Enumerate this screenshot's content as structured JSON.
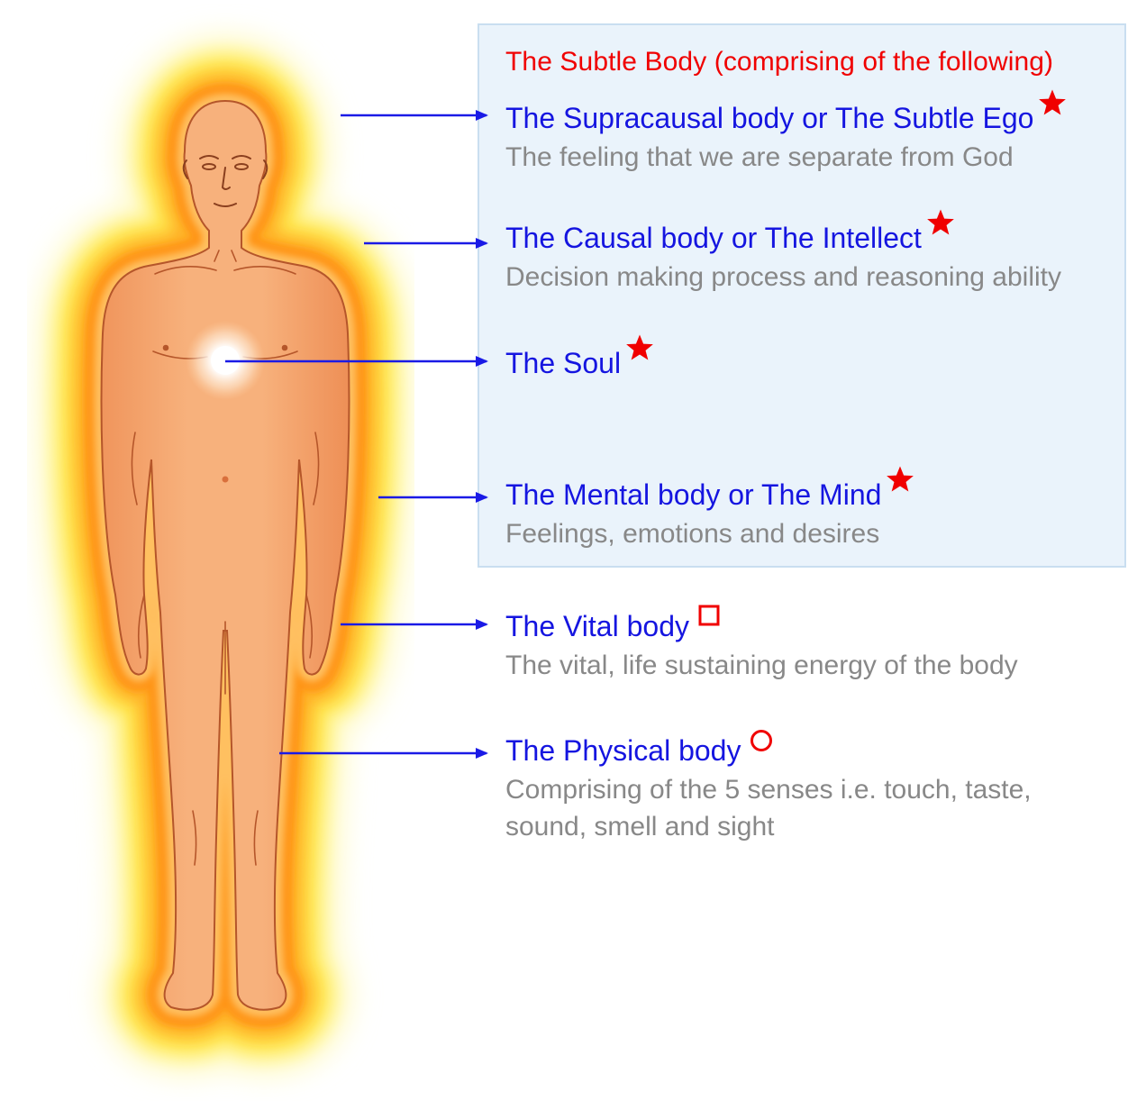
{
  "panel": {
    "title": "The Subtle Body (comprising of the following)"
  },
  "layers": [
    {
      "id": "supracausal",
      "title": "The Supracausal body or The Subtle Ego",
      "description": "The feeling that we are separate from God",
      "marker": "star-icon"
    },
    {
      "id": "causal",
      "title": "The Causal body or The Intellect",
      "description": "Decision making process and reasoning ability",
      "marker": "star-icon"
    },
    {
      "id": "soul",
      "title": "The Soul",
      "description": "",
      "marker": "star-icon"
    },
    {
      "id": "mental",
      "title": "The Mental body or The Mind",
      "description": "Feelings, emotions and desires",
      "marker": "star-icon"
    },
    {
      "id": "vital",
      "title": "The Vital body",
      "description": "The vital, life sustaining energy of the body",
      "marker": "square-outline-icon"
    },
    {
      "id": "physical",
      "title": "The Physical body",
      "description": "Comprising of the 5 senses i.e. touch, taste, sound, smell and sight",
      "marker": "circle-outline-icon"
    }
  ],
  "colors": {
    "panel_title": "#f00000",
    "layer_title": "#1515e0",
    "layer_description": "#888888",
    "arrow": "#1a1ae6",
    "marker": "#f00000",
    "panel_background": "#eaf3fb",
    "skin": "#f2a06a",
    "aura_outer": "#fff27a",
    "aura_inner": "#ff9a1a"
  }
}
